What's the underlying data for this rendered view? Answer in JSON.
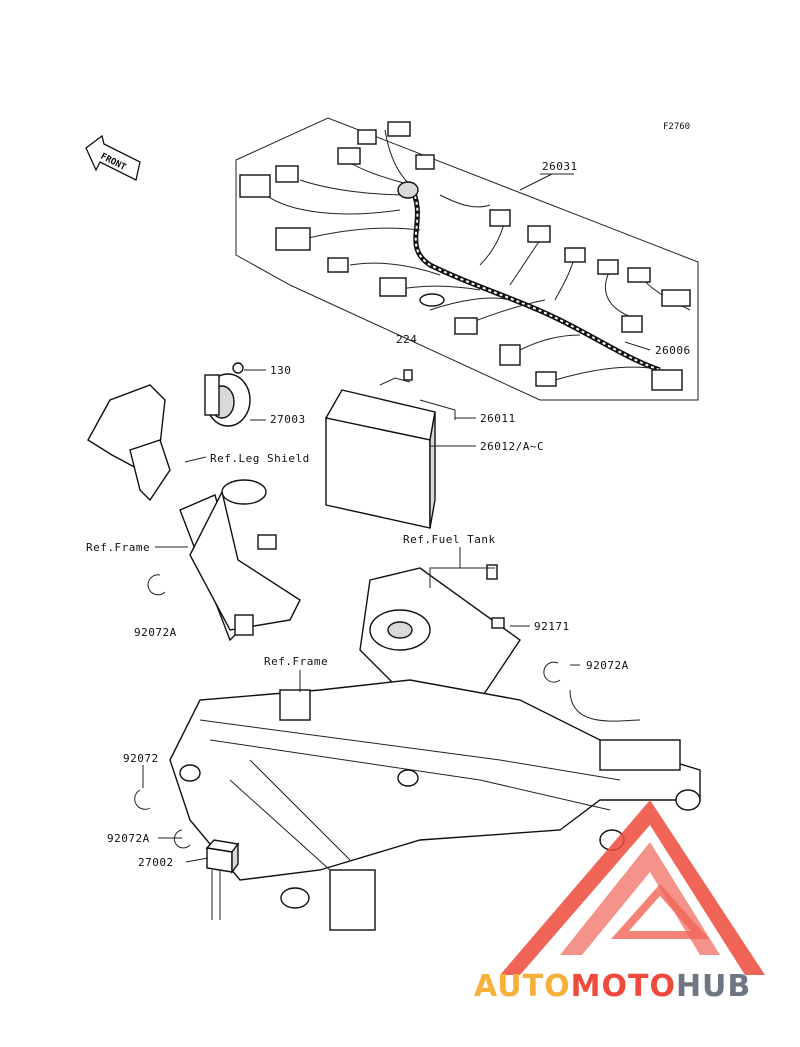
{
  "figure_code": "F2760",
  "front_arrow": {
    "label": "FRONT",
    "icon": "front-arrow-icon"
  },
  "callouts": [
    {
      "id": "c-26031",
      "text": "26031"
    },
    {
      "id": "c-26006",
      "text": "26006"
    },
    {
      "id": "c-224",
      "text": "224"
    },
    {
      "id": "c-130",
      "text": "130"
    },
    {
      "id": "c-27003",
      "text": "27003"
    },
    {
      "id": "c-26011",
      "text": "26011"
    },
    {
      "id": "c-26012",
      "text": "26012/A~C"
    },
    {
      "id": "c-leg",
      "text": "Ref.Leg Shield"
    },
    {
      "id": "c-frame1",
      "text": "Ref.Frame"
    },
    {
      "id": "c-fuel",
      "text": "Ref.Fuel Tank"
    },
    {
      "id": "c-92171",
      "text": "92171"
    },
    {
      "id": "c-92072A-1",
      "text": "92072A"
    },
    {
      "id": "c-frame2",
      "text": "Ref.Frame"
    },
    {
      "id": "c-92072A-2",
      "text": "92072A"
    },
    {
      "id": "c-92072",
      "text": "92072"
    },
    {
      "id": "c-92072A-3",
      "text": "92072A"
    },
    {
      "id": "c-27002",
      "text": "27002"
    }
  ],
  "watermark": {
    "part1": "AUTO",
    "part2": "MOTO",
    "part3": "HUB",
    "colors": {
      "auto": "#f6b13a",
      "moto": "#ef4a3c",
      "hub": "#6d7682",
      "logo": "#ef4a3c"
    }
  }
}
